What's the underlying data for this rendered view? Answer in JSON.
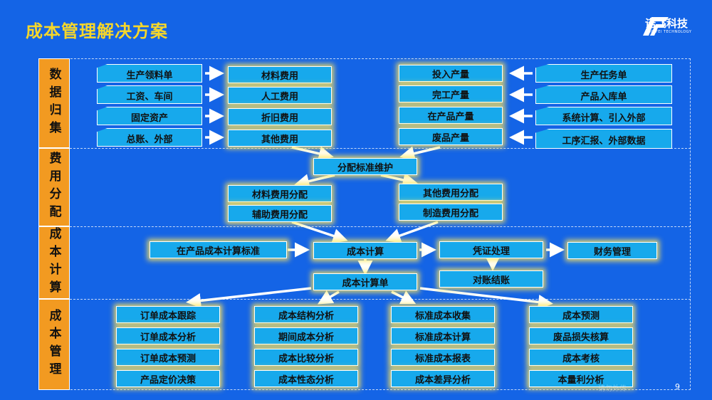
{
  "title": "成本管理解决方案",
  "brand": {
    "name": "诺飞科技",
    "sub": "NUO FEI TECHNOLOGY"
  },
  "categories": [
    "数据归集",
    "费用分配",
    "成本计算",
    "成本管理"
  ],
  "collection": {
    "left_sources": [
      "生产领料单",
      "工资、车间",
      "固定资产",
      "总账、外部"
    ],
    "left_costs": [
      "材料费用",
      "人工费用",
      "折旧费用",
      "其他费用"
    ],
    "right_outputs": [
      "投入产量",
      "完工产量",
      "在产品产量",
      "废品产量"
    ],
    "right_sources": [
      "生产任务单",
      "产品入库单",
      "系统计算、引入外部",
      "工序汇报、外部数据"
    ]
  },
  "allocation": {
    "center": "分配标准维护",
    "left": [
      "材料费用分配",
      "辅助费用分配"
    ],
    "right": [
      "其他费用分配",
      "制造费用分配"
    ]
  },
  "calculation": {
    "standard": "在产品成本计算标准",
    "main": "成本计算",
    "voucher": "凭证处理",
    "finance": "财务管理",
    "reconcile": "对账结账",
    "sheet": "成本计算单"
  },
  "management": {
    "col1": [
      "订单成本跟踪",
      "订单成本分析",
      "订单成本预测",
      "产品定价决策"
    ],
    "col2": [
      "成本结构分析",
      "期间成本分析",
      "成本比较分析",
      "成本性态分析"
    ],
    "col3": [
      "标准成本收集",
      "标准成本计算",
      "标准成本报表",
      "成本差异分析"
    ],
    "col4": [
      "成本预测",
      "废品损失核算",
      "成本考核",
      "本量利分析"
    ]
  },
  "watermark": "请勿外传",
  "page_number": "9",
  "colors": {
    "background": "#1464e6",
    "title": "#f6d72a",
    "box": "#17a9ec",
    "category": "#f29a21",
    "glow": "#ffe65a"
  }
}
